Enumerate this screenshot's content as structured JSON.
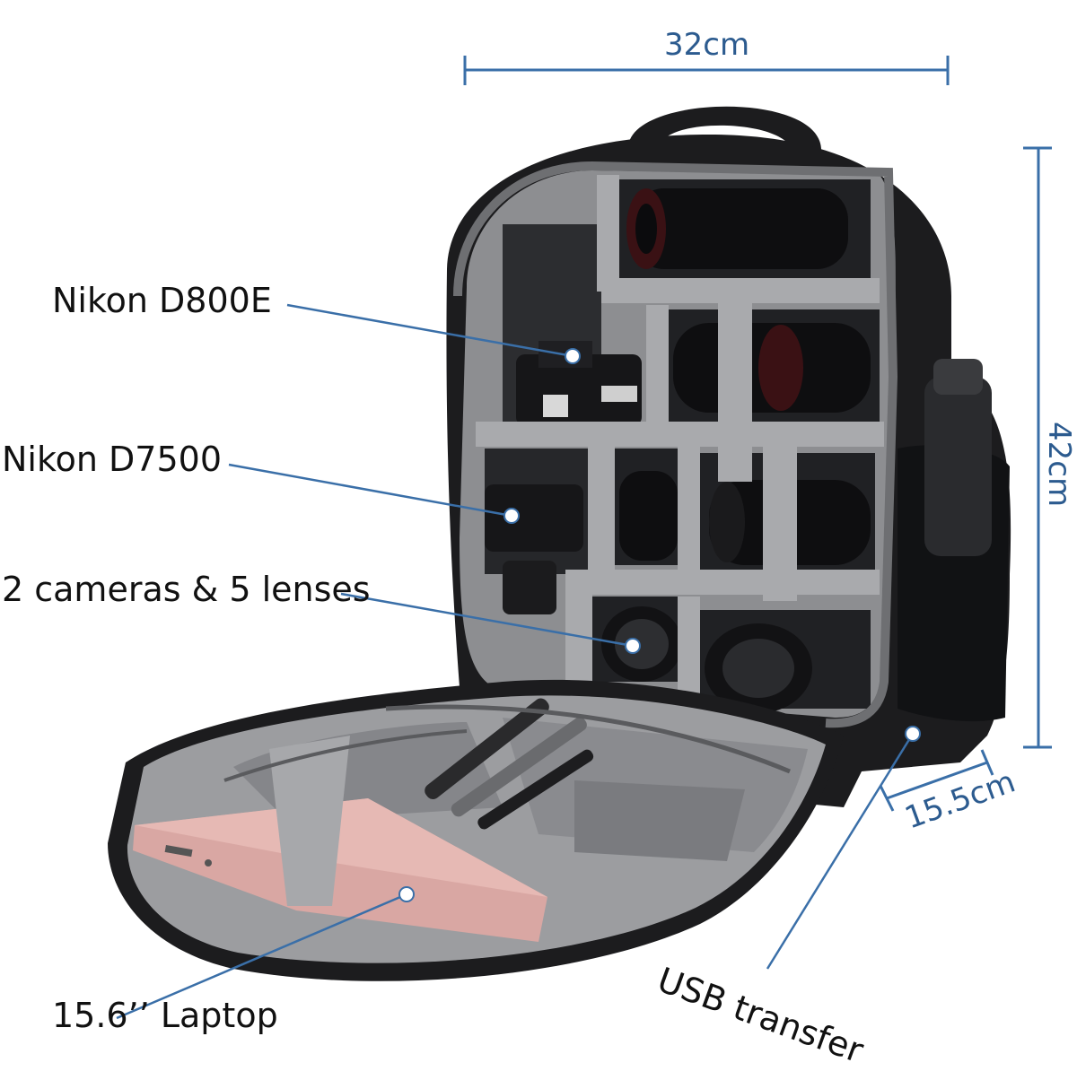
{
  "colors": {
    "dimension_line": "#3a6fa8",
    "pointer_line": "#3a6fa8",
    "bag_black": "#1c1c1e",
    "bag_interior": "#8d8e91",
    "divider_gray": "#a9aaad",
    "laptop_pink": "#d9a7a3"
  },
  "dimensions": {
    "width": "32cm",
    "height": "42cm",
    "depth": "15.5cm"
  },
  "callouts": {
    "camera_1": "Nikon D800E",
    "camera_2": "Nikon D7500",
    "capacity": "2 cameras & 5 lenses",
    "laptop": "15.6’’ Laptop",
    "usb": "USB transfer"
  }
}
